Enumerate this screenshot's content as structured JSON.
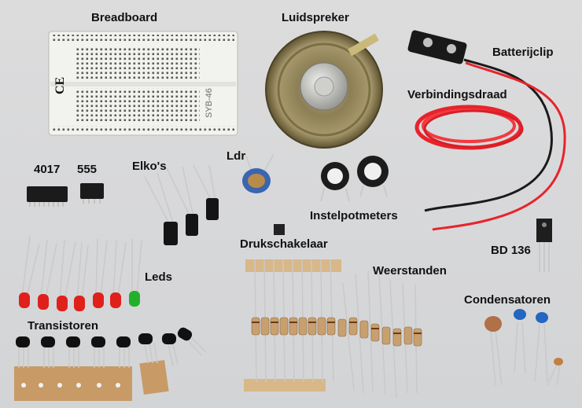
{
  "labels": {
    "breadboard": "Breadboard",
    "luidspreker": "Luidspreker",
    "batterijclip": "Batterijclip",
    "verbindingsdraad": "Verbindingsdraad",
    "ic_4017": "4017",
    "ic_555": "555",
    "elkos": "Elko's",
    "ldr": "Ldr",
    "instelpotmeters": "Instelpotmeters",
    "bd136": "BD 136",
    "drukschakelaar": "Drukschakelaar",
    "leds": "Leds",
    "weerstanden": "Weerstanden",
    "condensatoren": "Condensatoren",
    "transistoren": "Transistoren"
  },
  "printed": {
    "breadboard_mark": "CE",
    "breadboard_model": "SYB-46"
  },
  "colors": {
    "background": "#d6d7d9",
    "led_red": "#e0201a",
    "led_green": "#22b02a",
    "wire_red": "#e8232b",
    "wire_black": "#1a1a1a",
    "resistor_body": "#c8a070",
    "tape": "#d8b888"
  }
}
